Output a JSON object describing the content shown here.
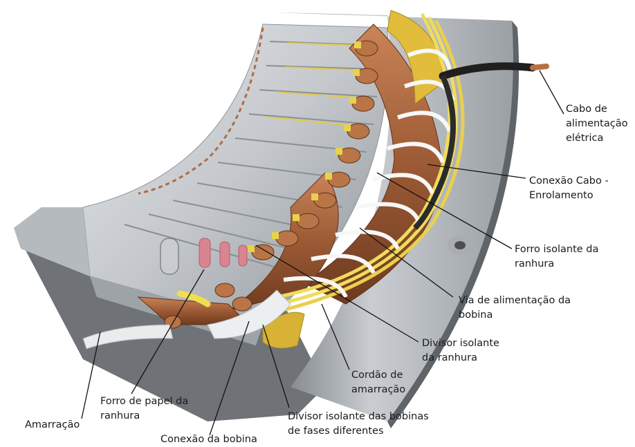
{
  "labels": {
    "cabo": [
      "Cabo de",
      "alimentação",
      "elétrica"
    ],
    "conexao_cabo": [
      "Conexão Cabo -",
      "Enrolamento"
    ],
    "forro_ranhura": [
      "Forro isolante da",
      "ranhura"
    ],
    "via_alimentacao": [
      "Via de alimentação da",
      "bobina"
    ],
    "divisor_ranhura": [
      "Divisor isolante",
      "da ranhura"
    ],
    "cordao": [
      "Cordão de",
      "amarração"
    ],
    "divisor_bobinas": [
      "Divisor isolante das bobinas",
      "de fases diferentes"
    ],
    "forro_papel": [
      "Forro de papel da",
      "ranhura"
    ],
    "amarracao": [
      "Amarração"
    ],
    "conexao_bobina": [
      "Conexão da bobina"
    ]
  },
  "colors": {
    "steel_light": "#d6d9dc",
    "steel_dark": "#8e9398",
    "copper": "#9c5a35",
    "insulation_yellow": "#e8c94a",
    "tie_white": "#f4f4f4",
    "paper_pink": "#d9848f",
    "leader_line": "#111111"
  }
}
